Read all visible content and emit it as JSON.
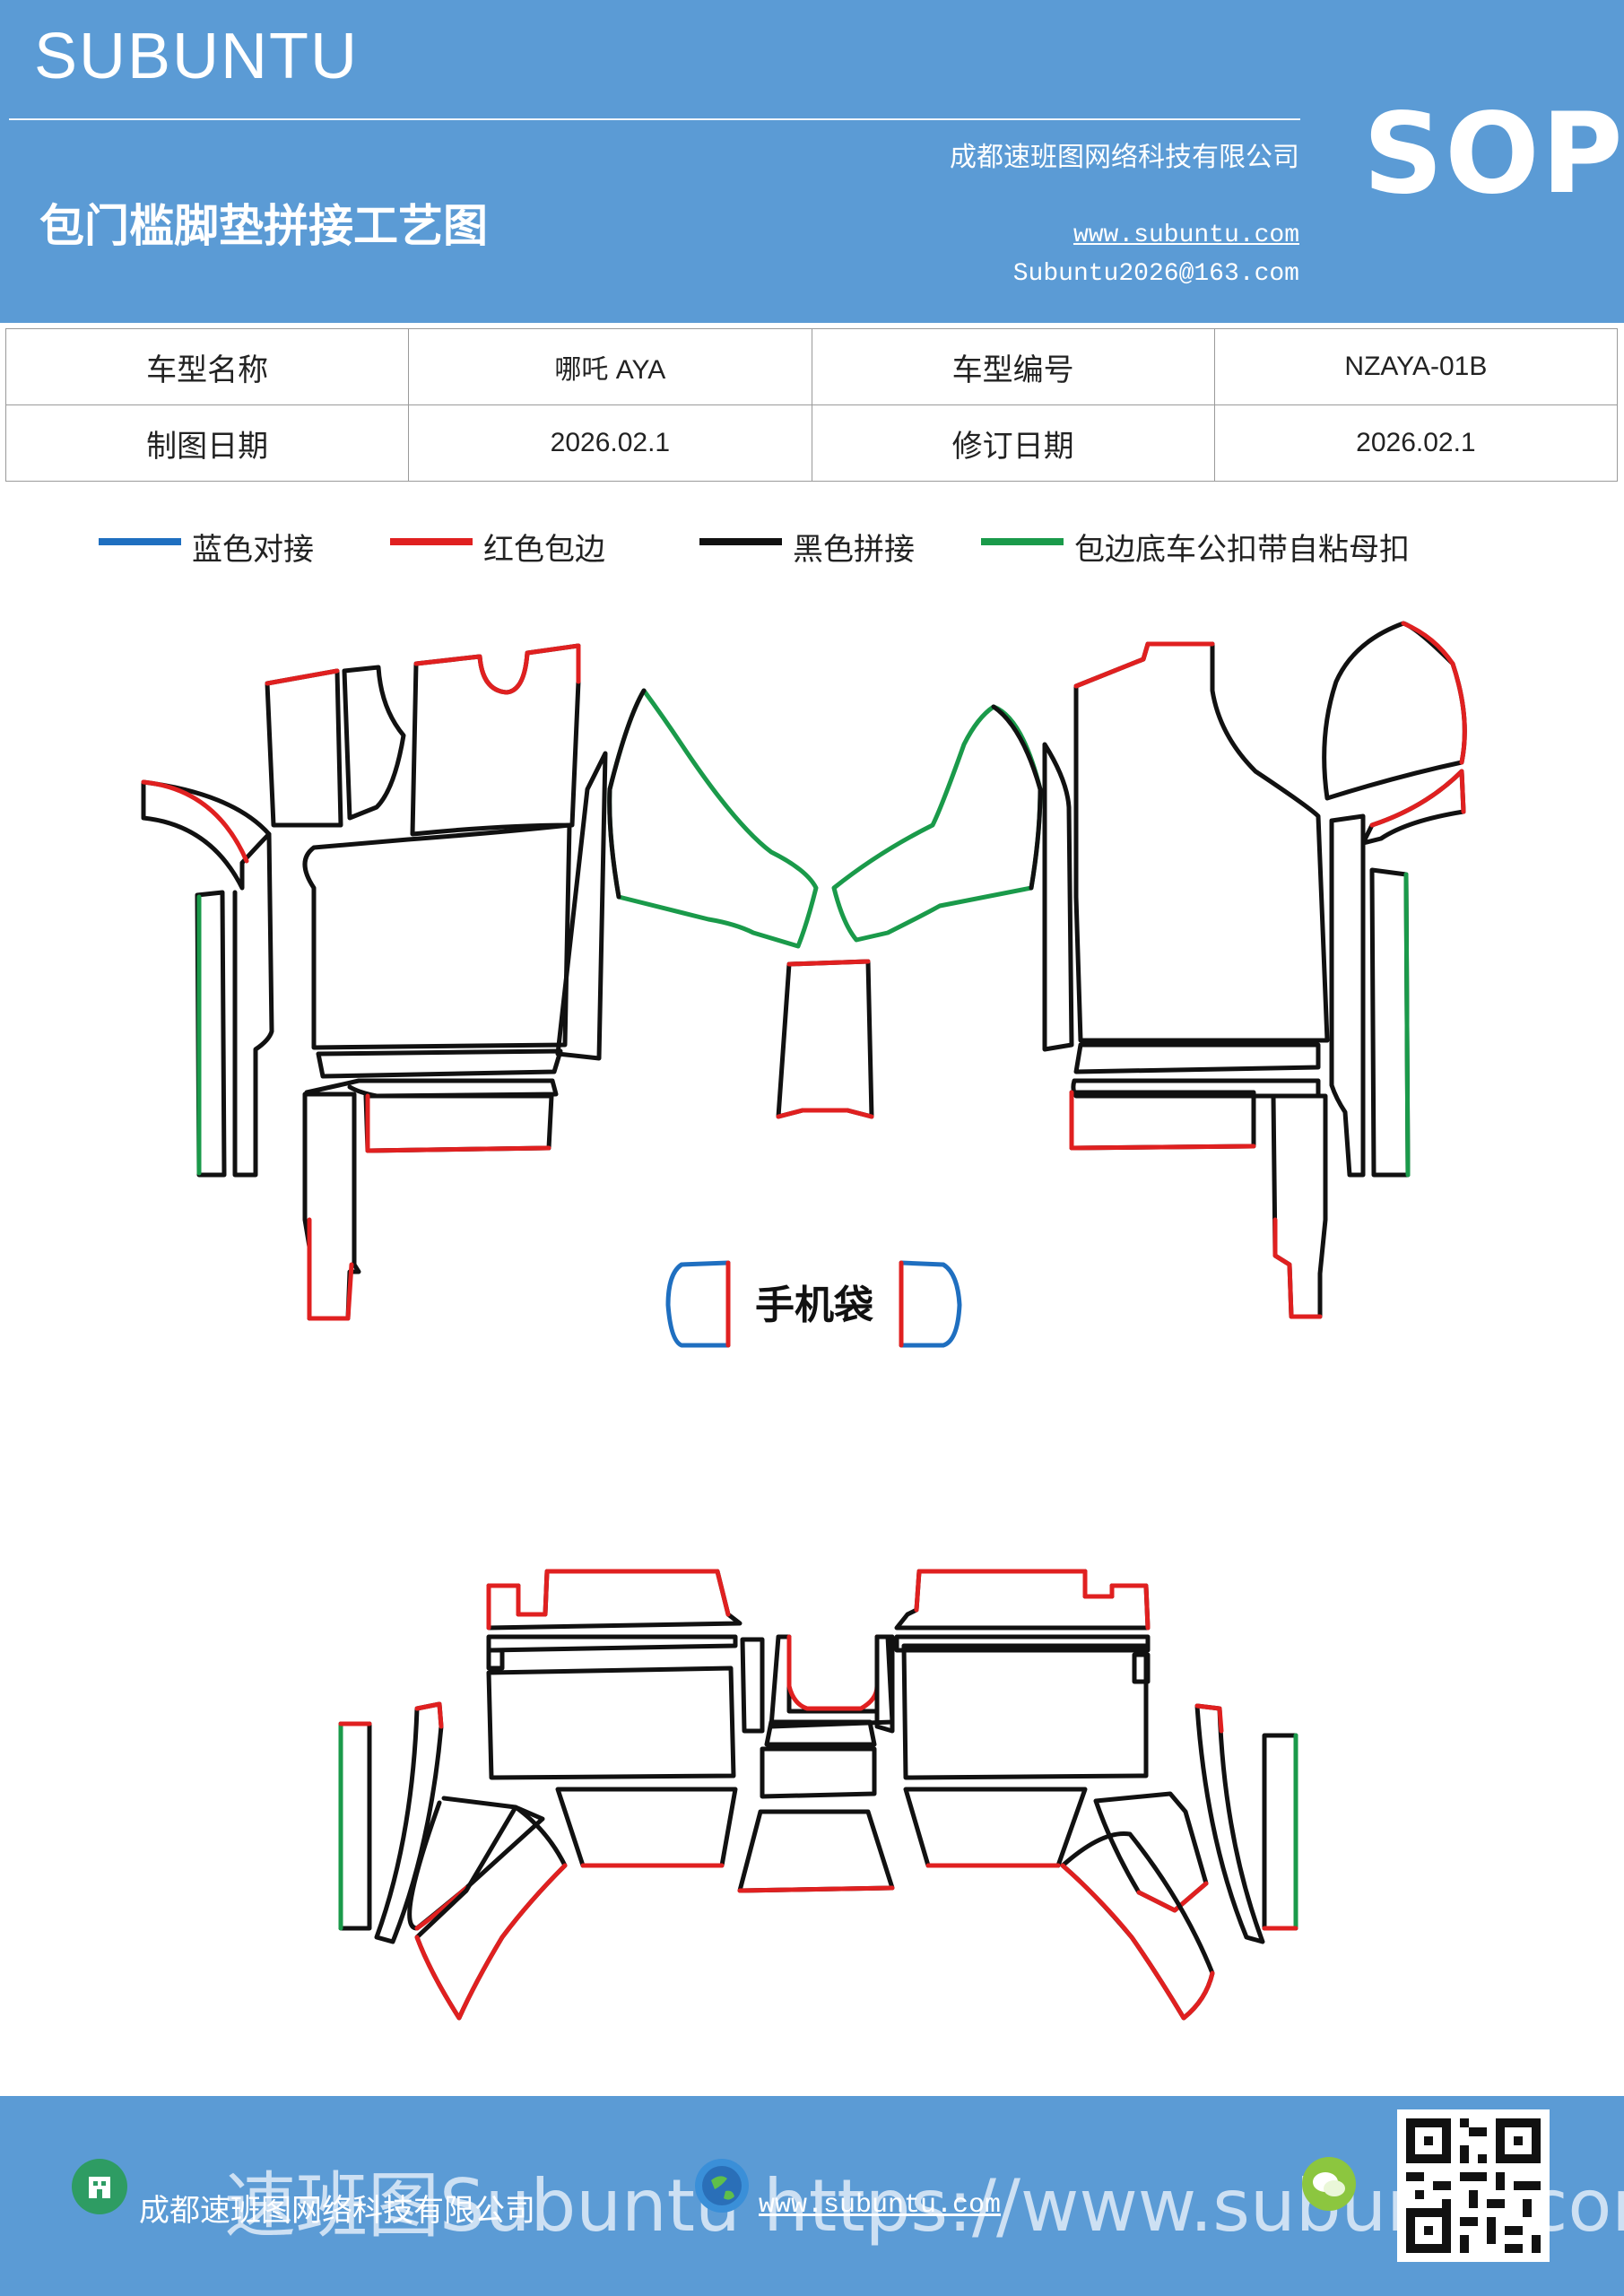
{
  "header": {
    "brand": "SUBUNTU",
    "badge": "SOP",
    "title": "包门槛脚垫拼接工艺图",
    "company": "成都速班图网络科技有限公司",
    "website": "www.subuntu.com",
    "email": "Subuntu2026@163.com"
  },
  "info_table": {
    "rows": [
      {
        "label1": "车型名称",
        "value1": "哪吒 AYA",
        "label2": "车型编号",
        "value2": "NZAYA-01B"
      },
      {
        "label1": "制图日期",
        "value1": "2026.02.1",
        "label2": "修订日期",
        "value2": "2026.02.1"
      }
    ]
  },
  "legend": [
    {
      "label": "蓝色对接",
      "color": "#1f6fc0"
    },
    {
      "label": "红色包边",
      "color": "#e02020"
    },
    {
      "label": "黑色拼接",
      "color": "#111111"
    },
    {
      "label": "包边底车公扣带自粘母扣",
      "color": "#1a9a4a"
    }
  ],
  "diagram": {
    "pocket_label": "手机袋"
  },
  "footer": {
    "overlay_text": "Subuntu https://www.subuntu.com",
    "overlay_prefix": "速班图",
    "company": "成都速班图网络科技有限公司",
    "website": "www.subuntu.com"
  }
}
